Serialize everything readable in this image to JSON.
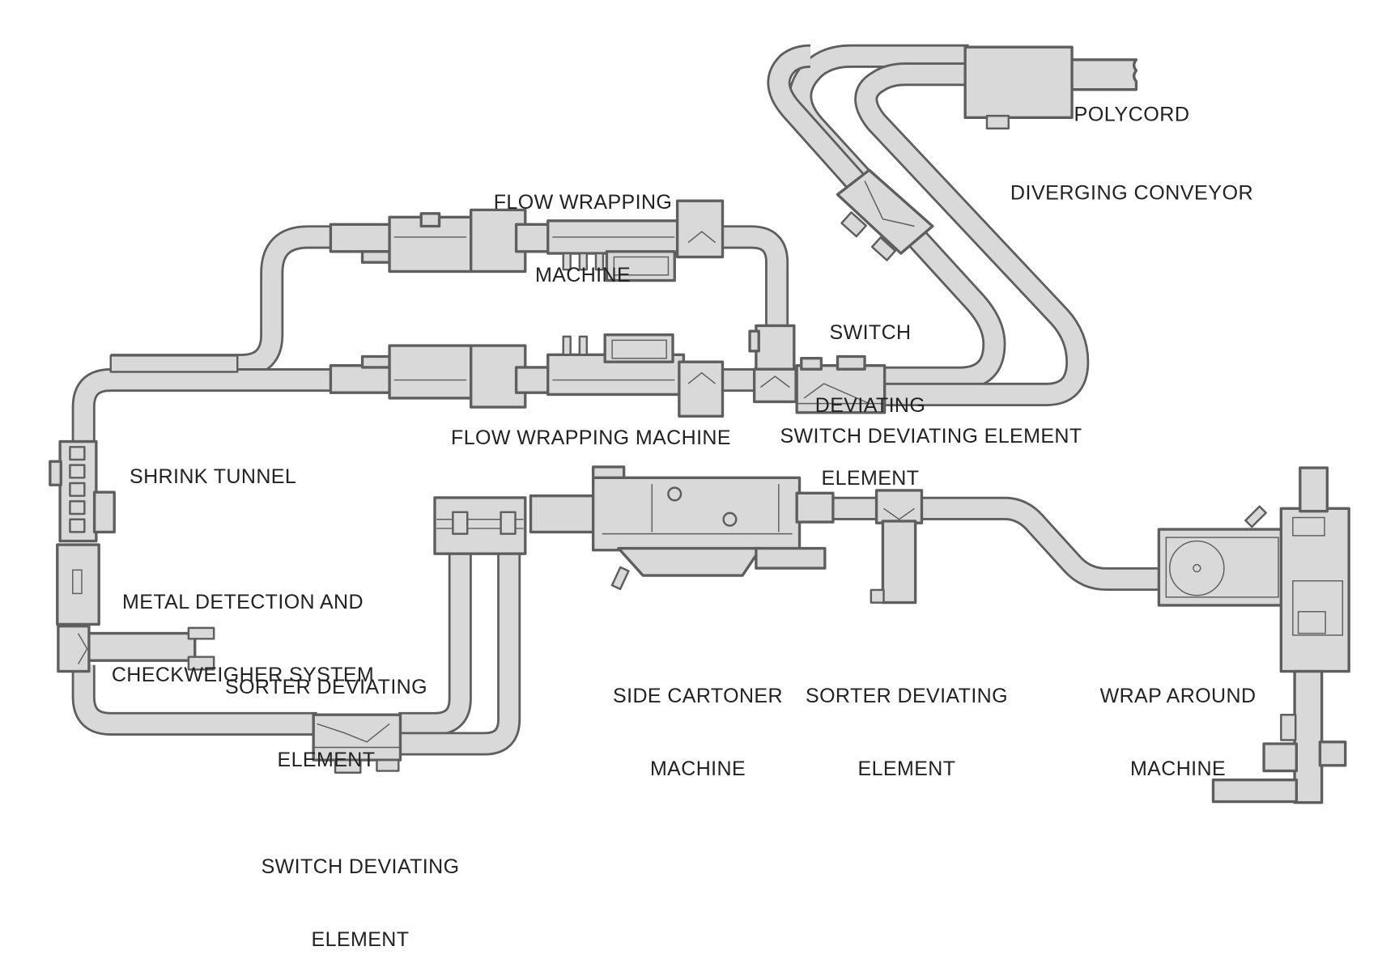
{
  "diagram": {
    "type": "packaging line layout",
    "colors": {
      "machine_fill": "#d9d9d9",
      "outline": "#5e5e5e",
      "label_text": "#222222",
      "background": "#ffffff"
    }
  },
  "labels": {
    "polycord": [
      "POLYCORD",
      "DIVERGING CONVEYOR"
    ],
    "flow_wrap_top": [
      "FLOW WRAPPING",
      "MACHINE"
    ],
    "switch_upper": [
      "SWITCH",
      "DEVIATING",
      "ELEMENT"
    ],
    "flow_wrap_bottom": "FLOW WRAPPING MACHINE",
    "switch_middle": "SWITCH DEVIATING ELEMENT",
    "shrink_tunnel": "SHRINK TUNNEL",
    "metal_detection": [
      "METAL DETECTION AND",
      "CHECKWEIGHER SYSTEM"
    ],
    "sorter_left": [
      "SORTER DEVIATING",
      "ELEMENT"
    ],
    "side_cartoner": [
      "SIDE CARTONER",
      "MACHINE"
    ],
    "sorter_right": [
      "SORTER DEVIATING",
      "ELEMENT"
    ],
    "wrap_around": [
      "WRAP AROUND",
      "MACHINE"
    ],
    "switch_bottom": [
      "SWITCH DEVIATING",
      "ELEMENT"
    ]
  }
}
